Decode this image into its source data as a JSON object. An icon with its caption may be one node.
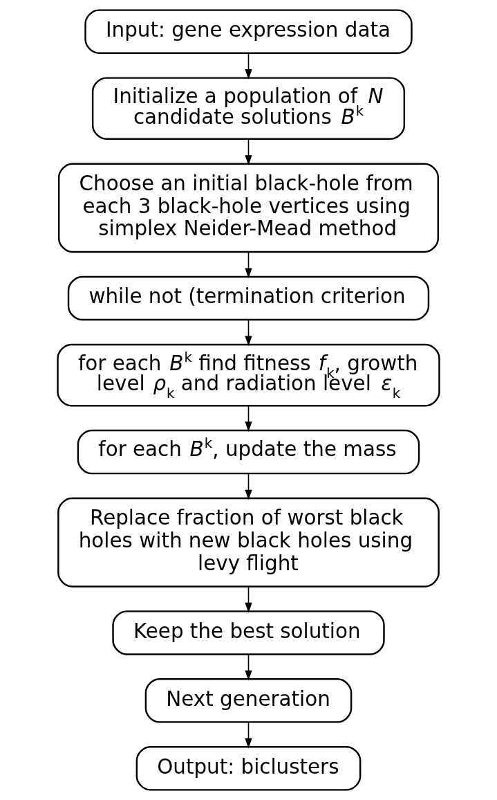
{
  "diagram": {
    "nodes": [
      {
        "text": [
          "Input: gene expression data"
        ]
      },
      {
        "text": [
          "Initialize a population of *N* candidate solutions *B*$^{k}$"
        ]
      },
      {
        "text": [
          "Choose an initial black-hole from each 3 black-hole vertices using simplex Neider-Mead method"
        ]
      },
      {
        "text": [
          "while not (termination criterion"
        ]
      },
      {
        "text": [
          "for each *B*$^{k}$ find fitness *f*$_{k}$, growth level *ρ*$_{k}$ and radiation level *ε*$_{k}$"
        ]
      },
      {
        "text": [
          "for each *B*$^{k}$, update the mass"
        ]
      },
      {
        "text": [
          "Replace fraction of worst black holes with new black holes using levy flight"
        ]
      },
      {
        "text": [
          "Keep the best solution"
        ]
      },
      {
        "text": [
          "Next generation"
        ]
      },
      {
        "text": [
          "Output: biclusters"
        ]
      }
    ],
    "edges": [
      {
        "from": 0,
        "to": 1,
        "arrow": "to"
      },
      {
        "from": 1,
        "to": 2,
        "arrow": "to"
      },
      {
        "from": 2,
        "to": 3,
        "arrow": "to"
      },
      {
        "from": 3,
        "to": 4,
        "arrow": "to"
      },
      {
        "from": 4,
        "to": 5,
        "arrow": "to"
      },
      {
        "from": 5,
        "to": 6,
        "arrow": "to"
      },
      {
        "from": 6,
        "to": 7,
        "arrow": "to"
      },
      {
        "from": 7,
        "to": 8,
        "arrow": "to"
      },
      {
        "from": 8,
        "to": 9,
        "arrow": "to"
      }
    ]
  }
}
